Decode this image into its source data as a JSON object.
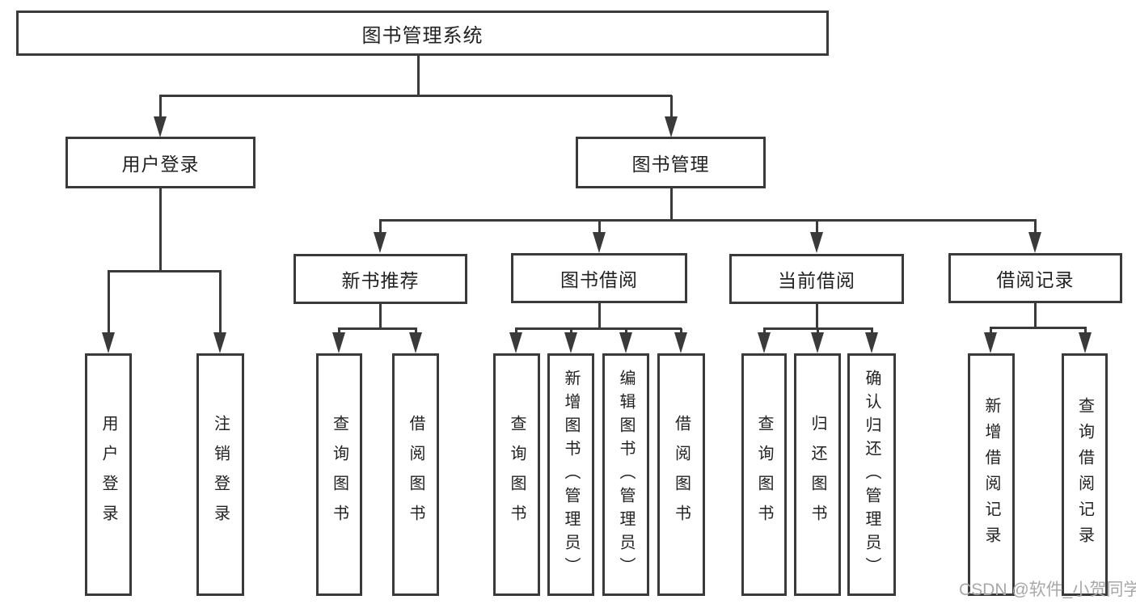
{
  "diagram": {
    "type": "hierarchy-tree",
    "tree": {
      "root": {
        "label": "图书管理系统",
        "children": [
          {
            "label": "用户登录",
            "children": [
              {
                "label": "用户登录"
              },
              {
                "label": "注销登录"
              }
            ]
          },
          {
            "label": "图书管理",
            "children": [
              {
                "label": "新书推荐",
                "children": [
                  {
                    "label": "查询图书"
                  },
                  {
                    "label": "借阅图书"
                  }
                ]
              },
              {
                "label": "图书借阅",
                "children": [
                  {
                    "label": "查询图书"
                  },
                  {
                    "label": "新增图书（管理员）"
                  },
                  {
                    "label": "编辑图书（管理员）"
                  },
                  {
                    "label": "借阅图书"
                  }
                ]
              },
              {
                "label": "当前借阅",
                "children": [
                  {
                    "label": "查询图书"
                  },
                  {
                    "label": "归还图书"
                  },
                  {
                    "label": "确认归还（管理员）"
                  }
                ]
              },
              {
                "label": "借阅记录",
                "children": [
                  {
                    "label": "新增借阅记录"
                  },
                  {
                    "label": "查询借阅记录"
                  }
                ]
              }
            ]
          }
        ]
      }
    },
    "colors": {
      "line": "#3a3a3a",
      "box_border": "#3a3a3a",
      "text": "#222222",
      "background": "#ffffff",
      "watermark": "#a8a8a8"
    }
  },
  "watermark": "CSDN @软件_小贺同学"
}
